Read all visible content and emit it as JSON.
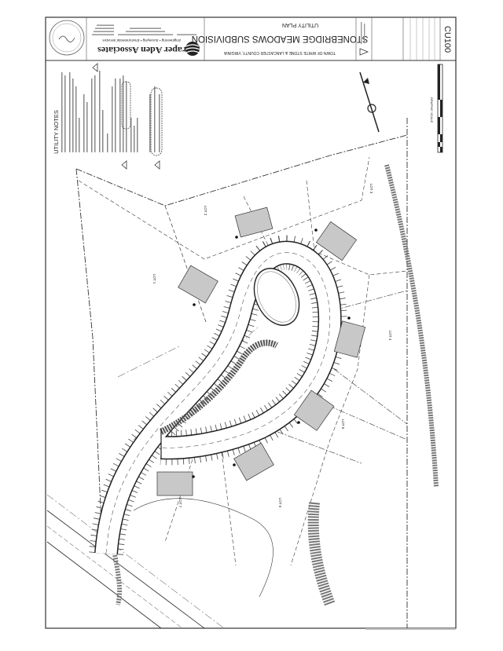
{
  "title_block": {
    "sheet_title": "UTILITY PLAN",
    "project_name": "STONEBRIDGE MEADOWS SUBDIVISION",
    "location": "TOWN OF WHITE STONE & LANCASTER COUNTY, VIRGINIA",
    "firm_name": "Draper Aden Associates",
    "firm_tagline": "Engineering • Surveying • Environmental Services",
    "sheet_number": "CU100"
  },
  "notes": {
    "heading": "UTILITY NOTES"
  },
  "scale": {
    "label": "GRAPHIC SCALE"
  },
  "lots": [
    {
      "label": "LOT 1"
    },
    {
      "label": "LOT 2"
    },
    {
      "label": "LOT 3"
    },
    {
      "label": "LOT 4"
    },
    {
      "label": "LOT 5"
    },
    {
      "label": "LOT 6"
    },
    {
      "label": "LOT 7"
    }
  ],
  "colors": {
    "line": "#222222",
    "building": "#c8c8c8",
    "paper": "#ffffff"
  }
}
